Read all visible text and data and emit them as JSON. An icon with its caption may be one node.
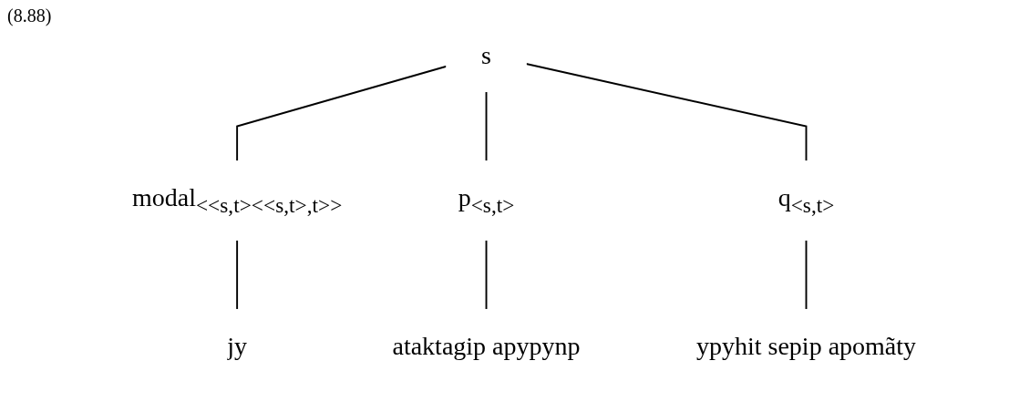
{
  "diagram": {
    "nodes": [
      {
        "text": [
          "s"
        ]
      },
      {
        "text": [
          "modal$_{<<s,t><<s,t>,t>>}$"
        ]
      },
      {
        "text": [
          "jy"
        ]
      },
      {
        "text": [
          "p$_{<s,t>}$"
        ]
      },
      {
        "text": [
          "ataktagip apypynp"
        ]
      },
      {
        "text": [
          "q$_{<s,t>}$"
        ]
      },
      {
        "text": [
          "ypyhit sepip apomãty"
        ]
      }
    ],
    "edges": [
      {
        "from": 0,
        "to": 1,
        "arrow": "none"
      },
      {
        "from": 0,
        "to": 3,
        "arrow": "none"
      },
      {
        "from": 0,
        "to": 5,
        "arrow": "none"
      },
      {
        "from": 1,
        "to": 2,
        "arrow": "none"
      },
      {
        "from": 3,
        "to": 4,
        "arrow": "none"
      },
      {
        "from": 5,
        "to": 6,
        "arrow": "none"
      }
    ],
    "labels": [
      "(8.88)"
    ]
  }
}
